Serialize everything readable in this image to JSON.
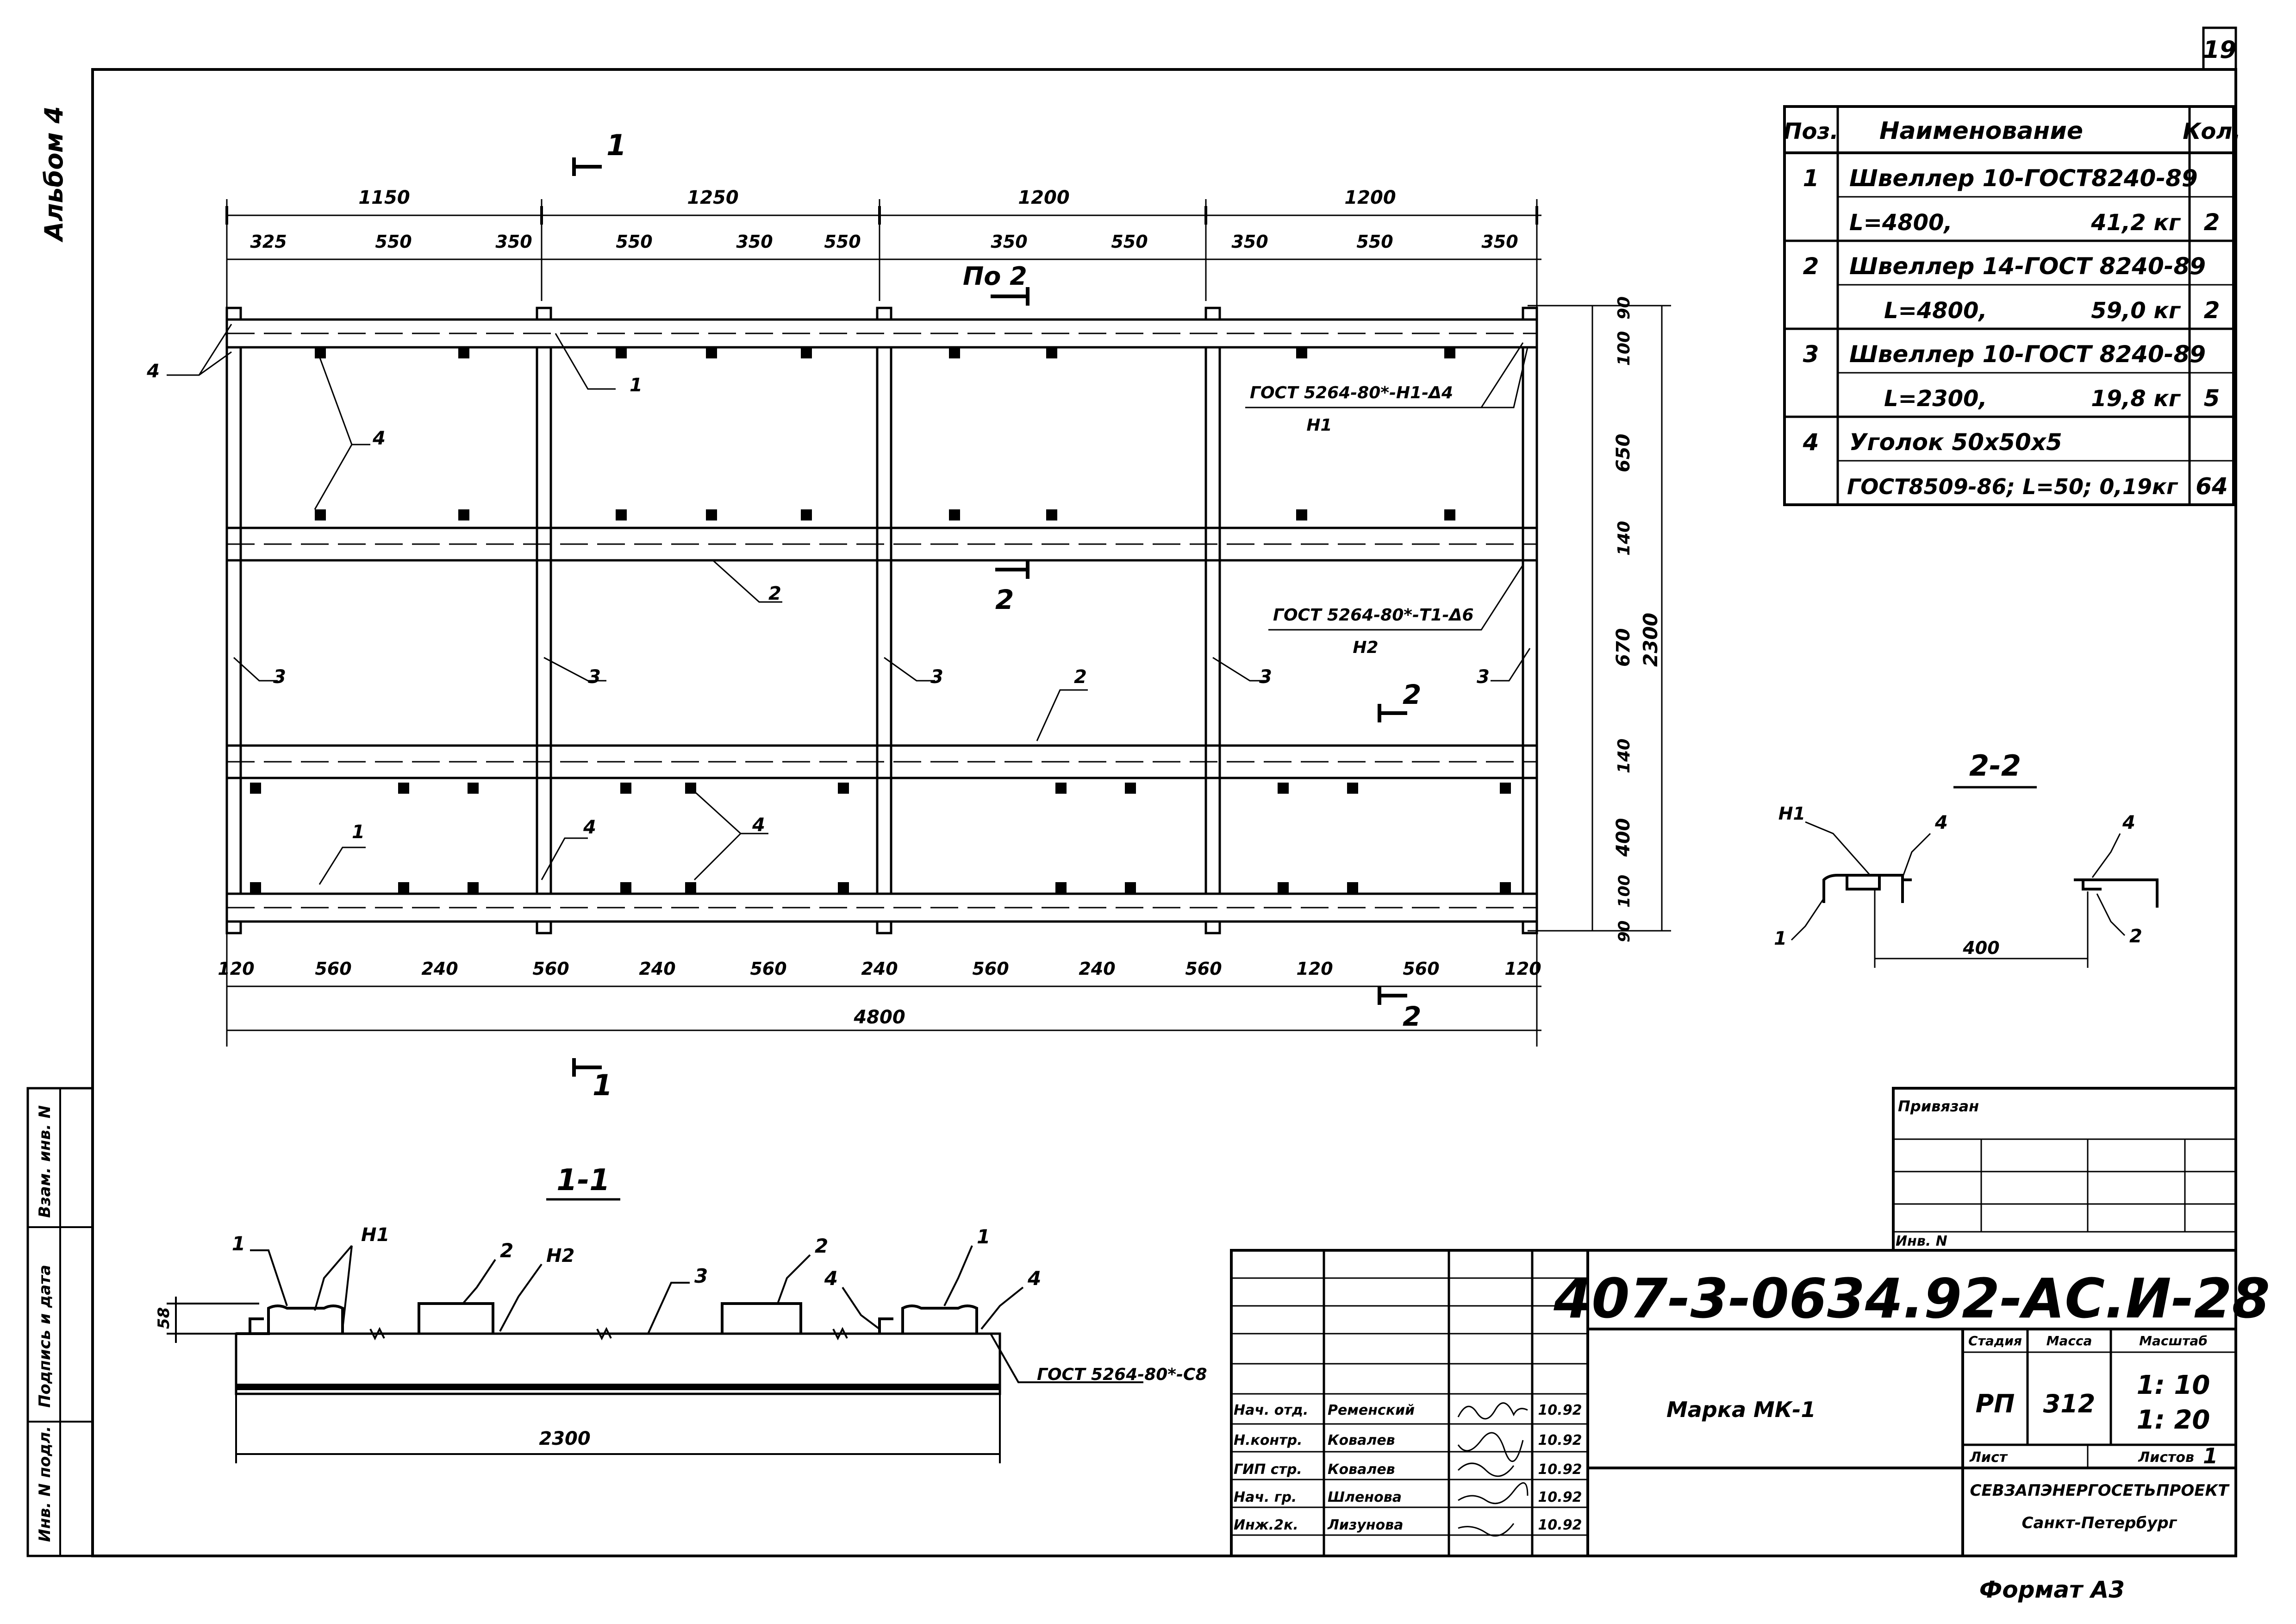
{
  "sheet": {
    "page_number": "19",
    "album": "Альбом 4",
    "format": "Формат А3"
  },
  "spec_table": {
    "headers": {
      "pos": "Поз.",
      "name": "Наименование",
      "qty": "Кол."
    },
    "rows": [
      {
        "pos": "1",
        "name": "Швеллер 10-ГОСТ8240-89",
        "qty": ""
      },
      {
        "pos": "",
        "name_left": "L=4800,",
        "name_right": "41,2 кг",
        "qty": "2"
      },
      {
        "pos": "2",
        "name": "Швеллер 14-ГОСТ 8240-89",
        "qty": ""
      },
      {
        "pos": "",
        "name_left": "L=4800,",
        "name_right": "59,0 кг",
        "qty": "2"
      },
      {
        "pos": "3",
        "name": "Швеллер 10-ГОСТ 8240-89",
        "qty": ""
      },
      {
        "pos": "",
        "name_left": "L=2300,",
        "name_right": "19,8 кг",
        "qty": "5"
      },
      {
        "pos": "4",
        "name": "Уголок 50х50х5",
        "qty": ""
      },
      {
        "pos": "",
        "name": "ГОСТ8509-86; L=50; 0,19кг",
        "qty": "64"
      }
    ]
  },
  "plan": {
    "section_mark_1": "1",
    "view_label": "По 2",
    "section_mark_2": "2",
    "top_dims": [
      "1150",
      "1250",
      "1200",
      "1200"
    ],
    "second_dims": [
      "325",
      "550",
      "350",
      "550",
      "350",
      "550",
      "350",
      "550",
      "350",
      "550",
      "350"
    ],
    "bottom_dims": [
      "120",
      "560",
      "240",
      "560",
      "240",
      "560",
      "240",
      "560",
      "240",
      "560",
      "120"
    ],
    "overall_length": "4800",
    "right_dims": [
      "90",
      "100",
      "650",
      "140",
      "670",
      "140",
      "400",
      "100",
      "90"
    ],
    "overall_height": "2300",
    "weld_note_1": "ГОСТ 5264-80*-Н1-Δ4",
    "weld_id_1": "Н1",
    "weld_note_2": "ГОСТ 5264-80*-Т1-Δ6",
    "weld_id_2": "Н2",
    "callouts": {
      "p1": "1",
      "p2": "2",
      "p3": "3",
      "p4": "4"
    }
  },
  "section_1_1": {
    "title": "1-1",
    "dim_height": "58",
    "dim_length": "2300",
    "weld_note": "ГОСТ 5264-80*-С8",
    "weld_n1": "Н1",
    "weld_n2": "Н2"
  },
  "section_2_2": {
    "title": "2-2",
    "weld_n1": "Н1",
    "dim_width": "400"
  },
  "title_block": {
    "attached_label": "Привязан",
    "inv_label": "Инв. N",
    "doc_code": "407-3-0634.92-АС.И-28",
    "object": "Марка МК-1",
    "stage_label": "Стадия",
    "mass_label": "Масса",
    "scale_label": "Масштаб",
    "stage": "РП",
    "mass": "312",
    "scale_1": "1: 10",
    "scale_2": "1: 20",
    "sheet_label": "Лист",
    "sheets_label": "Листов",
    "sheets_count": "1",
    "org": "СЕВЗАПЭНЕРГОСЕТЬПРОЕКТ",
    "city": "Санкт-Петербург",
    "people": [
      {
        "role": "Нач. отд.",
        "name": "Ременский",
        "date": "10.92"
      },
      {
        "role": "Н.контр.",
        "name": "Ковалев",
        "date": "10.92"
      },
      {
        "role": "ГИП стр.",
        "name": "Ковалев",
        "date": "10.92"
      },
      {
        "role": "Нач. гр.",
        "name": "Шленова",
        "date": "10.92"
      },
      {
        "role": "Инж.2к.",
        "name": "Лизунова",
        "date": "10.92"
      }
    ]
  },
  "left_strip": {
    "vzam": "Взам. инв. N",
    "podpis": "Подпись и дата",
    "inv_podl": "Инв. N подл."
  }
}
